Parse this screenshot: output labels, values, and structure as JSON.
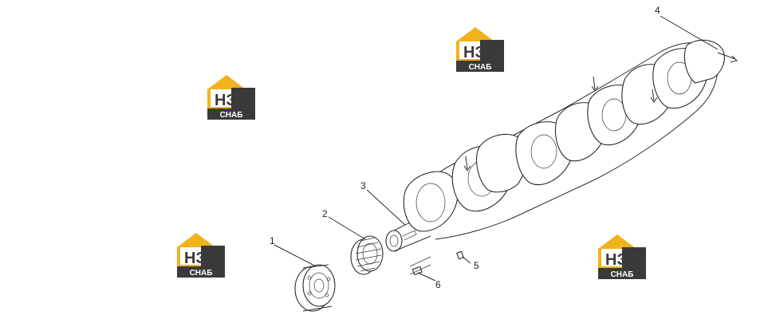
{
  "watermark": {
    "top_text": "НЗ",
    "bottom_text": "СНАБ",
    "colors": {
      "roof": "#f2b21b",
      "panel": "#3a3a3a",
      "letter_h": "#3a3a3a",
      "letter_3": "#ffffff",
      "band": "#3a3a3a"
    }
  },
  "callouts": [
    {
      "id": "1",
      "label": "1"
    },
    {
      "id": "2",
      "label": "2"
    },
    {
      "id": "3",
      "label": "3"
    },
    {
      "id": "4",
      "label": "4"
    },
    {
      "id": "5",
      "label": "5"
    },
    {
      "id": "6",
      "label": "6"
    }
  ],
  "parts": [
    "timing-gear",
    "crankshaft-gear",
    "crankshaft",
    "pin",
    "dowel"
  ]
}
